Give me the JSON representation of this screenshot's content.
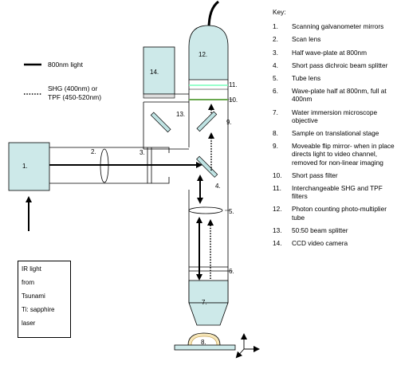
{
  "legend": {
    "solid_label": "800nm light",
    "dotted_label": "SHG (400nm) or\nTPF (450-520nm)"
  },
  "source": {
    "lines": [
      "IR light",
      "from",
      "Tsunami",
      " Ti: sapphire",
      " laser"
    ]
  },
  "labels": {
    "c1": "1.",
    "c2": "2.",
    "c3": "3.",
    "c4": "4.",
    "c5": "5.",
    "c6": "6.",
    "c7": "7.",
    "c8": "8.",
    "c9": "9.",
    "c10": "10.",
    "c11": "11.",
    "c12": "12.",
    "c13": "13.",
    "c14": "14."
  },
  "key": {
    "title": "Key:",
    "items": [
      {
        "num": "1.",
        "label": "Scanning galvanometer mirrors"
      },
      {
        "num": "2.",
        "label": "Scan lens"
      },
      {
        "num": "3.",
        "label": "Half wave-plate at 800nm"
      },
      {
        "num": "4.",
        "label": "Short pass dichroic beam splitter"
      },
      {
        "num": "5.",
        "label": "Tube lens"
      },
      {
        "num": "6.",
        "label": "Wave-plate half at 800nm, full at 400nm"
      },
      {
        "num": "7.",
        "label": "Water immersion microscope objective"
      },
      {
        "num": "8.",
        "label": "Sample on translational stage"
      },
      {
        "num": "9.",
        "label": "Moveable flip mirror- when in place directs light to video channel, removed for non-linear imaging"
      },
      {
        "num": "10.",
        "label": "Short pass filter"
      },
      {
        "num": "11.",
        "label": "Interchangeable SHG and TPF filters"
      },
      {
        "num": "12.",
        "label": "Photon counting photo-multiplier tube"
      },
      {
        "num": "13.",
        "label": "50:50 beam splitter"
      },
      {
        "num": "14.",
        "label": "CCD video camera"
      }
    ]
  },
  "colors": {
    "component_fill": "#cde9e9",
    "filter_green": "#6aa84f",
    "mirror_fill": "#bfe3e3"
  }
}
